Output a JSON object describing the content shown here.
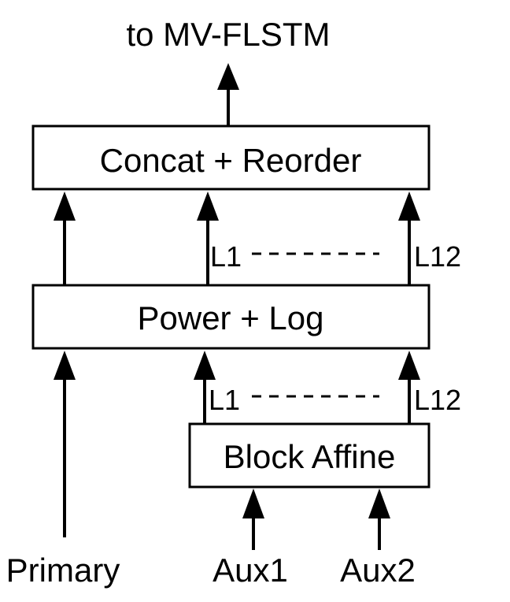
{
  "diagram": {
    "output_label": "to MV-FLSTM",
    "boxes": {
      "concat": "Concat + Reorder",
      "power": "Power + Log",
      "affine": "Block Affine"
    },
    "channel_labels": {
      "upper_first": "L1",
      "upper_last": "L12",
      "lower_first": "L1",
      "lower_last": "L12"
    },
    "inputs": {
      "primary": "Primary",
      "aux1": "Aux1",
      "aux2": "Aux2"
    }
  }
}
